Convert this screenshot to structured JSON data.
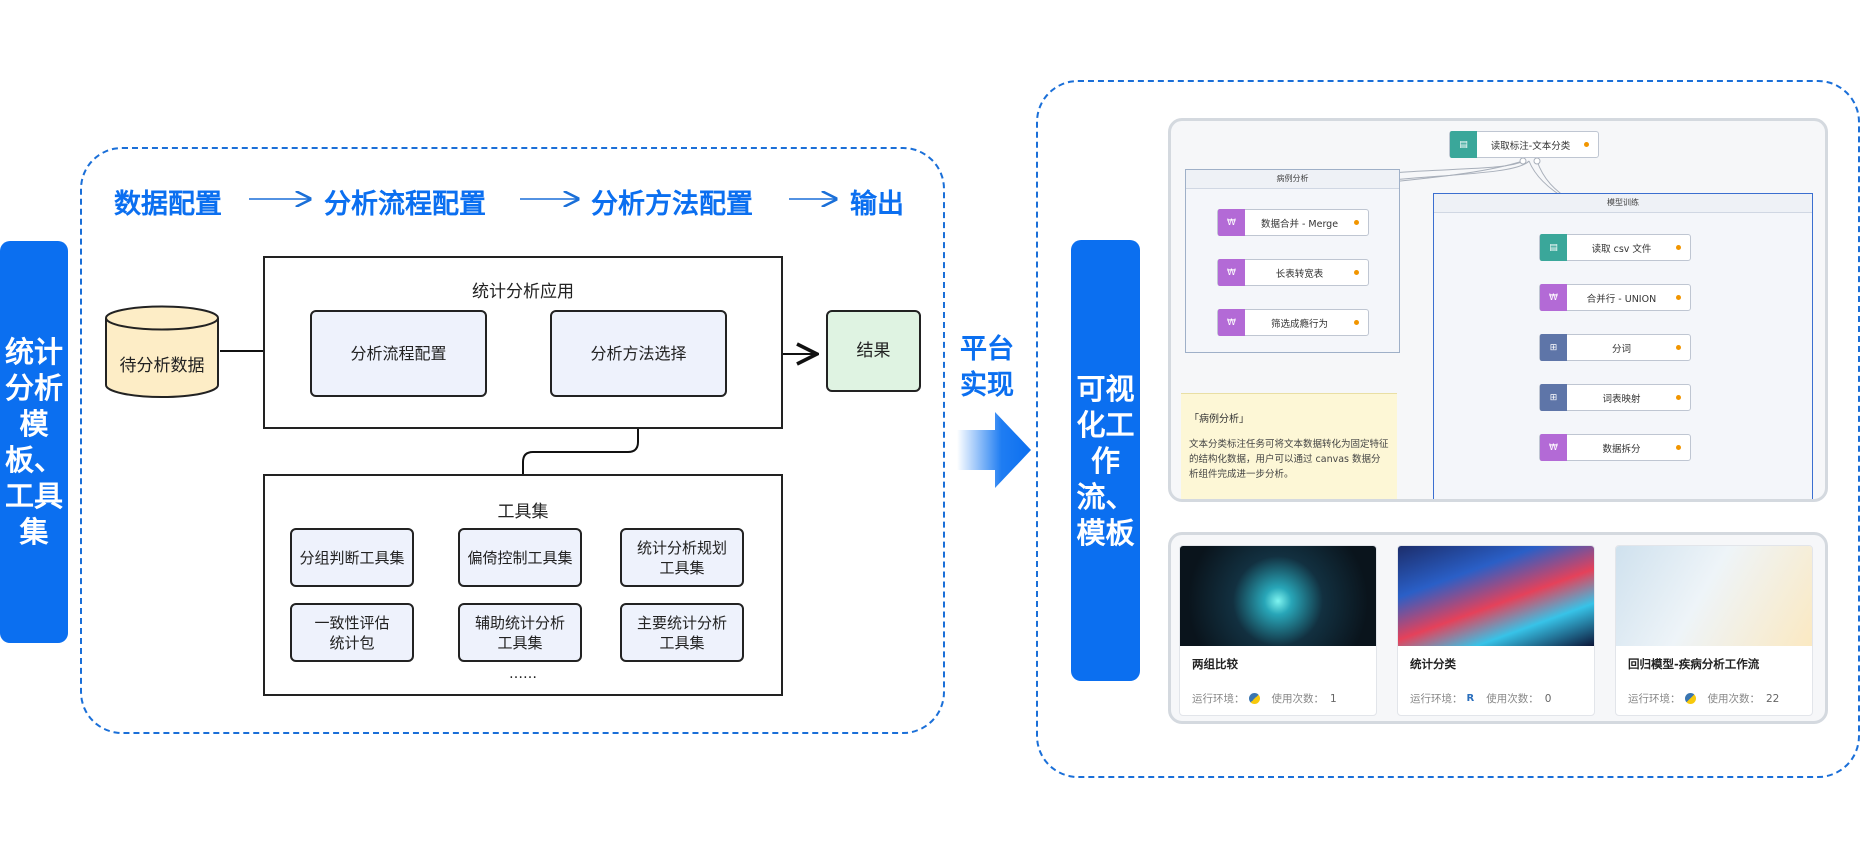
{
  "left_label": "统计分析模板、工具集",
  "stages": [
    "数据配置",
    "分析流程配置",
    "分析方法配置",
    "输出"
  ],
  "data_source": "待分析数据",
  "app_box": {
    "title": "统计分析应用",
    "flow_config": "分析流程配置",
    "method_select": "分析方法选择"
  },
  "result": "结果",
  "toolset": {
    "title": "工具集",
    "tools": [
      "分组判断工具集",
      "偏倚控制工具集",
      "统计分析规划\n工具集",
      "一致性评估\n统计包",
      "辅助统计分析\n工具集",
      "主要统计分析\n工具集"
    ],
    "more": "……"
  },
  "platform_label": [
    "平台",
    "实现"
  ],
  "right_label": "可视化工作流、模板",
  "workflow": {
    "top_node": "读取标注-文本分类",
    "group1": {
      "title": "病例分析",
      "nodes": [
        "数据合并 - Merge",
        "长表转宽表",
        "筛选成瘾行为"
      ]
    },
    "group2": {
      "title": "模型训练",
      "nodes": [
        "读取 csv 文件",
        "合并行 - UNION",
        "分词",
        "词表映射",
        "数据拆分"
      ]
    },
    "note": {
      "title": "「病例分析」",
      "body": "文本分类标注任务可将文本数据转化为固定特征的结构化数据，用户可以通过 canvas 数据分析组件完成进一步分析。"
    }
  },
  "templates": [
    {
      "title": "两组比较",
      "env_label": "运行环境：",
      "uses_label": "使用次数：",
      "uses": "1",
      "env_icon": "python-icon"
    },
    {
      "title": "统计分类",
      "env_label": "运行环境：",
      "uses_label": "使用次数：",
      "uses": "0",
      "env_icon": "r-icon"
    },
    {
      "title": "回归模型-疾病分析工作流",
      "env_label": "运行环境：",
      "uses_label": "使用次数：",
      "uses": "22",
      "env_icon": "python-icon"
    }
  ],
  "colors": {
    "accent": "#0b6ff0",
    "dashed_border": "#1a6fd8",
    "data_cylinder": "#fdedc6",
    "result_box": "#dff3e2",
    "process_box": "#eef2fc",
    "node_teal": "#3aa79a",
    "node_purple": "#b36ad6",
    "node_slate": "#5e75a8",
    "note_bg": "#fdf7d6"
  }
}
